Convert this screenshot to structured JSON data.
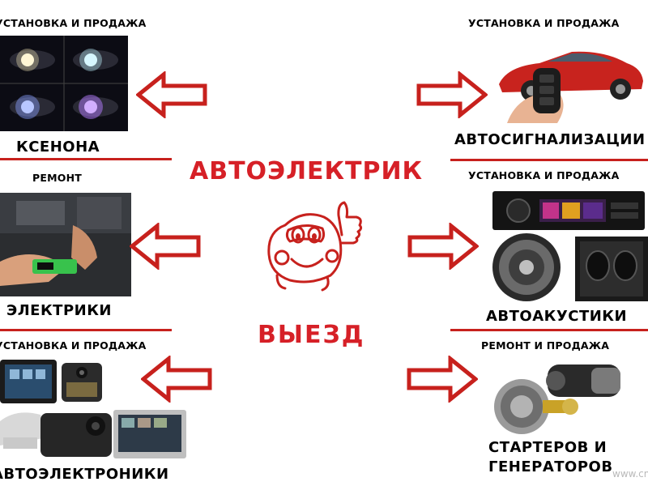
{
  "center": {
    "title": "АВТОЭЛЕКТРИК",
    "subtitle": "ВЫЕЗД"
  },
  "left": [
    {
      "top_caption": "УСТАНОВКА И ПРОДАЖА",
      "bottom_caption": "КСЕНОНА"
    },
    {
      "top_caption": "РЕМОНТ",
      "bottom_caption": "ЭЛЕКТРИКИ"
    },
    {
      "top_caption": "УСТАНОВКА И ПРОДАЖА",
      "bottom_caption": "АВТОЭЛЕКТРОНИКИ"
    }
  ],
  "right": [
    {
      "top_caption": "УСТАНОВКА И ПРОДАЖА",
      "bottom_caption": "АВТОСИГНАЛИЗАЦИИ"
    },
    {
      "top_caption": "УСТАНОВКА И ПРОДАЖА",
      "bottom_caption": "АВТОАКУСТИКИ"
    },
    {
      "top_caption": "РЕМОНТ И ПРОДАЖА",
      "bottom_caption": "СТАРТЕРОВ И",
      "bottom_caption_2": "ГЕНЕРАТОРОВ"
    }
  ],
  "watermark": "www.cmlt",
  "colors": {
    "accent": "#d62027",
    "divider": "#c7211d",
    "arrow": "#c7211d"
  },
  "icons": [
    "arrow-left-icon",
    "arrow-right-icon",
    "car-mascot-icon"
  ]
}
